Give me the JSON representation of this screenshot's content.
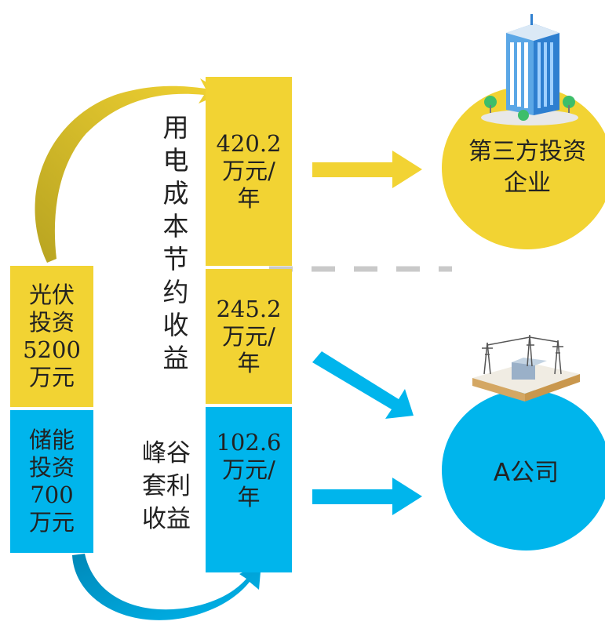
{
  "colors": {
    "yellow": "#F2D333",
    "blue": "#00B5EC",
    "gray": "#C9C9C9",
    "text": "#222222"
  },
  "pv_investment": {
    "line1": "光伏",
    "line2": "投资",
    "amount": "5200",
    "unit": "万元"
  },
  "storage_investment": {
    "line1": "储能",
    "line2": "投资",
    "amount": "700",
    "unit": "万元"
  },
  "electricity_savings_label": [
    "用",
    "电",
    "成",
    "本",
    "节",
    "约",
    "收",
    "益"
  ],
  "arbitrage_label": [
    "峰谷",
    "套利",
    "收益"
  ],
  "values": [
    {
      "amount": "420.2",
      "unit": "万元/",
      "per": "年"
    },
    {
      "amount": "245.2",
      "unit": "万元/",
      "per": "年"
    },
    {
      "amount": "102.6",
      "unit": "万元/",
      "per": "年"
    }
  ],
  "third_party": {
    "line1": "第三方投资",
    "line2": "企业",
    "icon": "office-building-icon"
  },
  "company_a": {
    "label": "A公司",
    "icon": "power-substation-icon"
  }
}
